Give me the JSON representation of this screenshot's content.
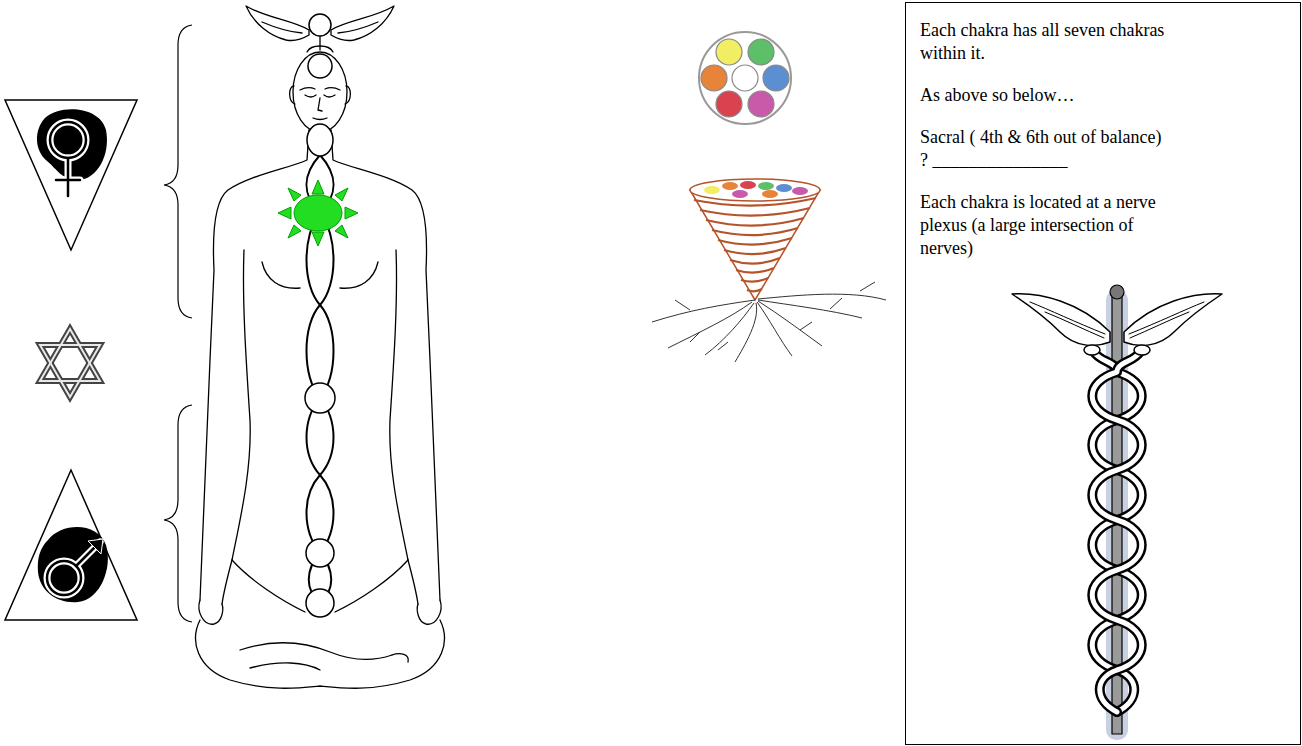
{
  "diagram": {
    "nodes": [
      {
        "text": [
          "Each chakra has all seven chakras within it.",
          "As above so below…",
          "Sacral ( 4th & 6th out of balance) ? _______________",
          "Each chakra is located at a nerve plexus (a large intersection of nerves)"
        ]
      }
    ]
  }
}
